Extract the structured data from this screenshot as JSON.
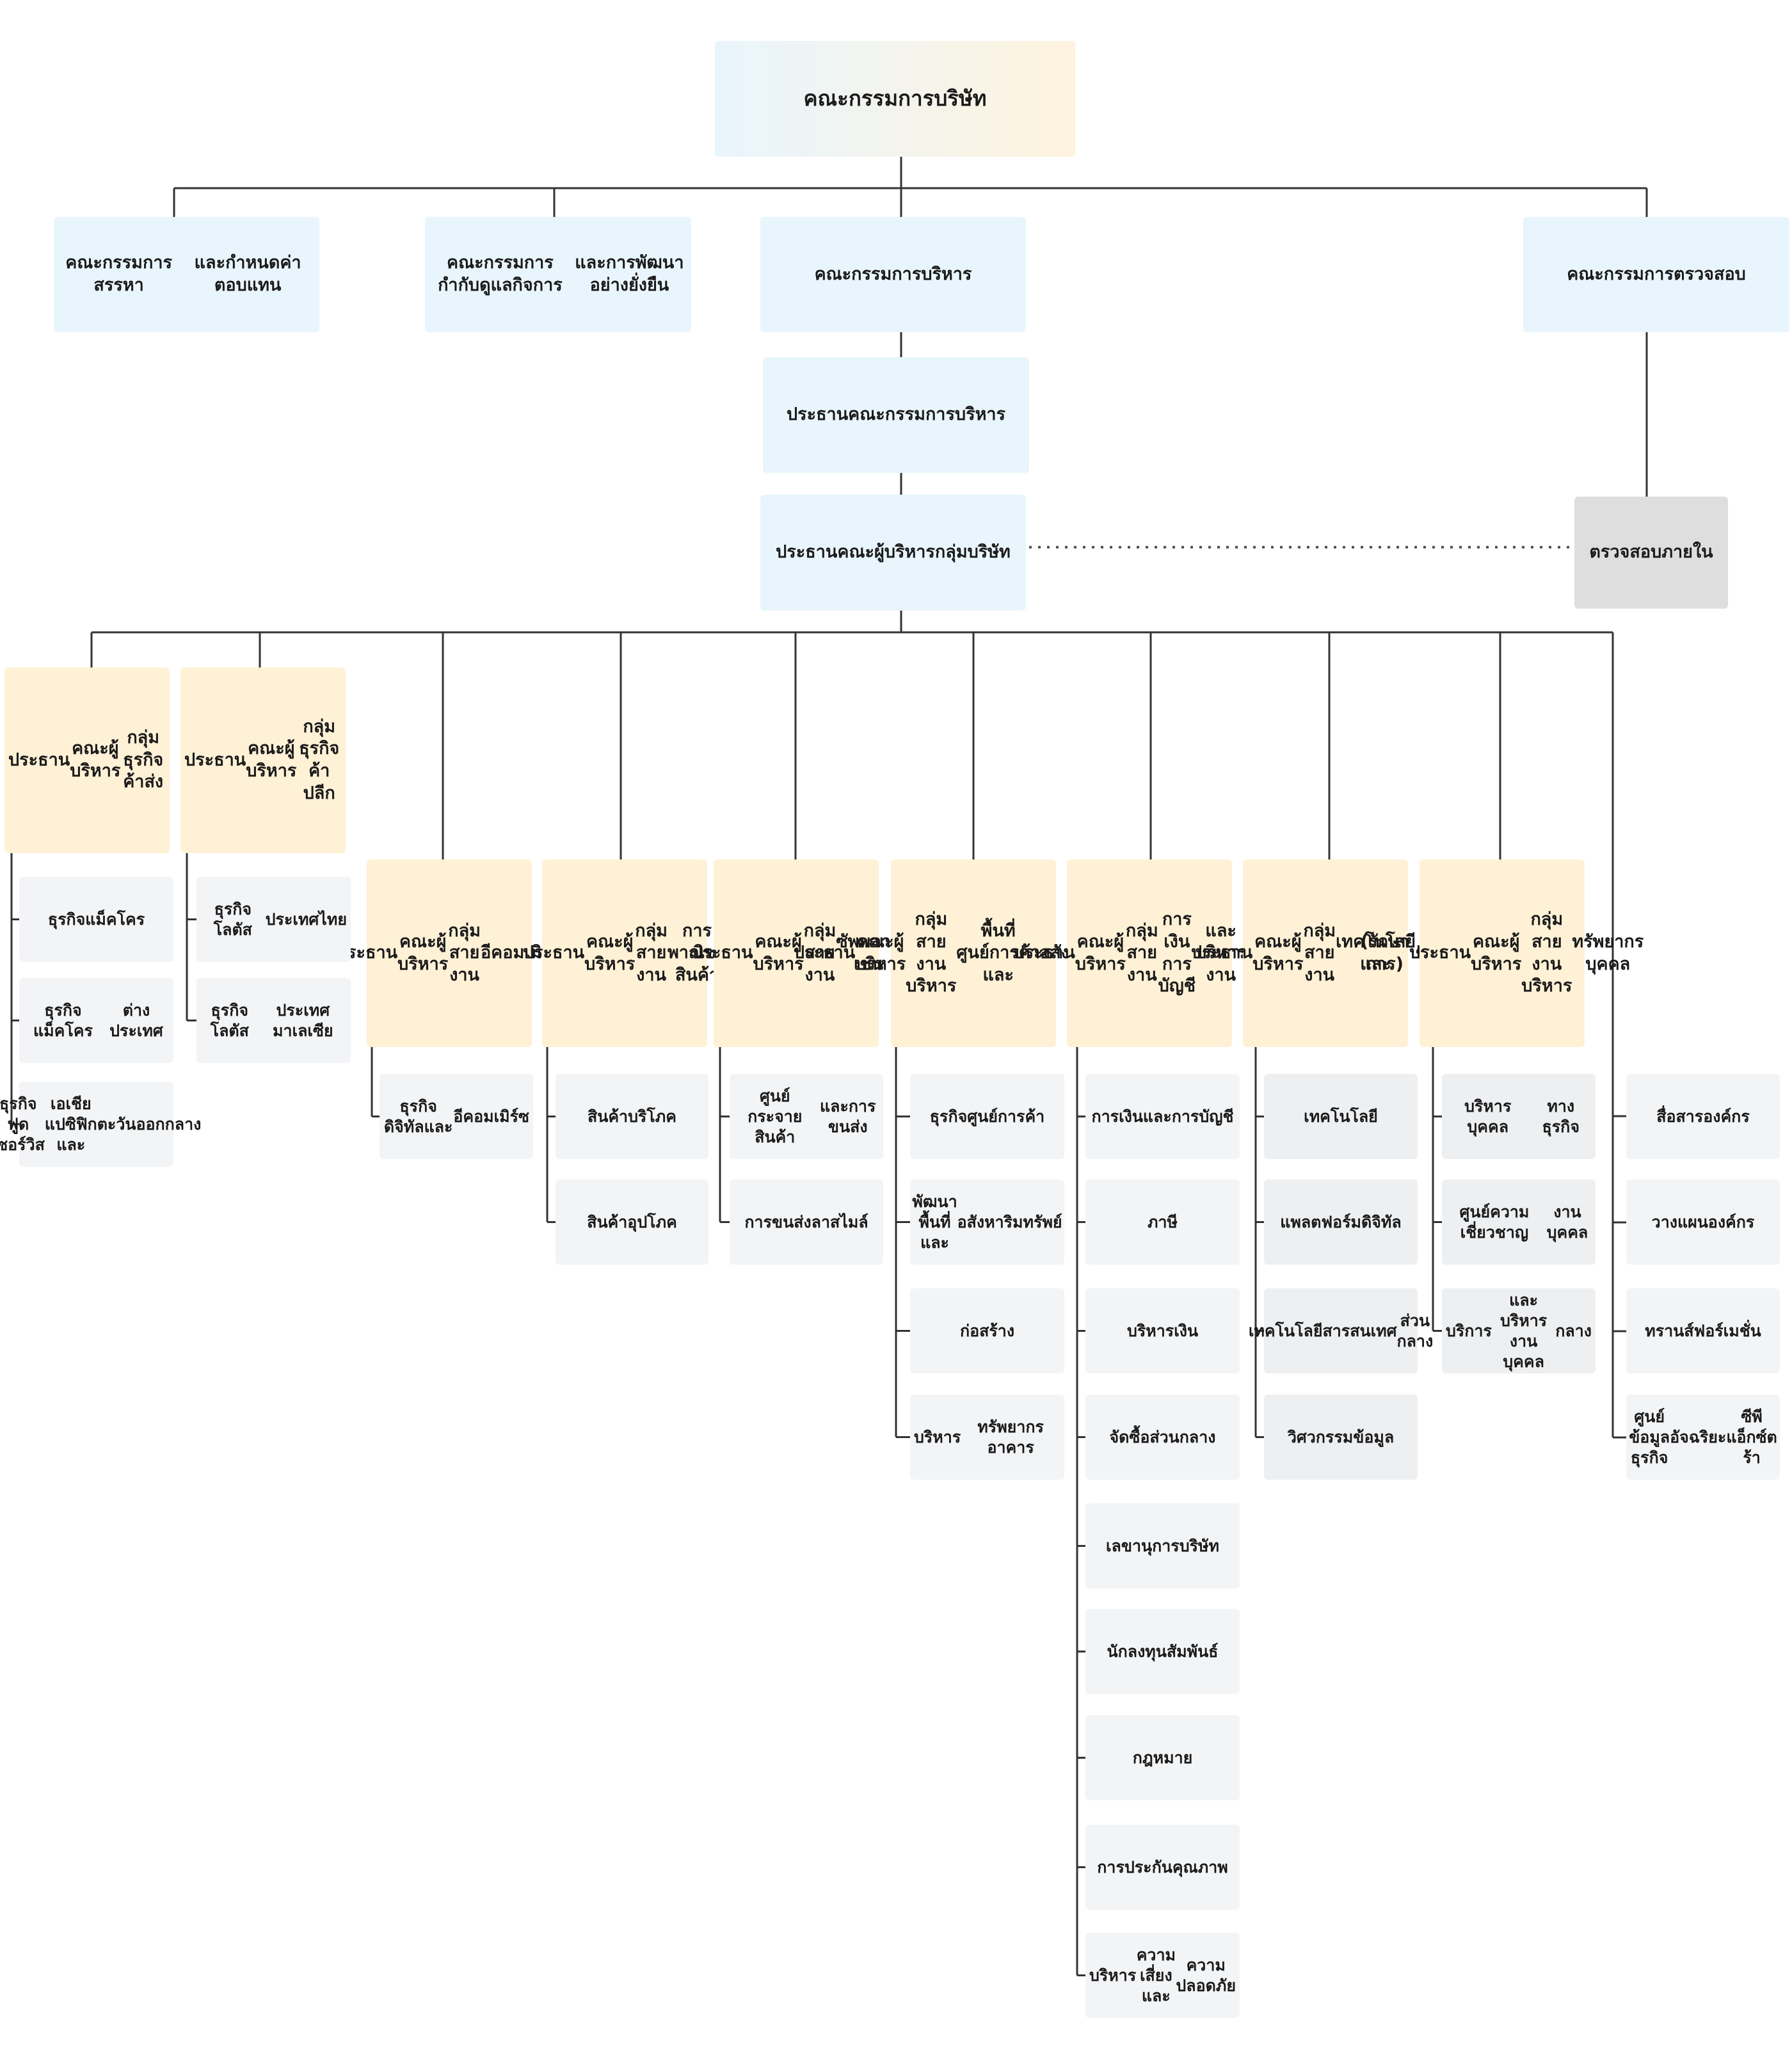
{
  "board": "คณะกรรมการบริษัท",
  "committees": {
    "nomination": "คณะกรรมการสรรหา\nและกำหนดค่าตอบแทน",
    "governance": "คณะกรรมการกำกับดูแลกิจการ\nและการพัฒนาอย่างยั่งยืน",
    "executive": "คณะกรรมการบริหาร",
    "audit": "คณะกรรมการตรวจสอบ"
  },
  "exec_chair": "ประธานคณะกรรมการบริหาร",
  "ceo": "ประธานคณะผู้บริหาร\nกลุ่มบริษัท",
  "internal_audit": "ตรวจสอบภายใน",
  "groups": [
    {
      "head": "ประธาน\nคณะผู้บริหาร\nกลุ่มธุรกิจค้าส่ง",
      "units": [
        "ธุรกิจแม็คโคร",
        "ธุรกิจแม็คโคร\nต่างประเทศ",
        "ธุรกิจฟูดเซอร์วิส\nเอเชียแปซิฟิกและ\nตะวันออกกลาง"
      ]
    },
    {
      "head": "ประธาน\nคณะผู้บริหาร\nกลุ่มธุรกิจค้าปลีก",
      "units": [
        "ธุรกิจโลตัส\nประเทศไทย",
        "ธุรกิจโลตัส\nประเทศมาเลเซีย"
      ]
    },
    {
      "head": "ประธาน\nคณะผู้บริหาร\nกลุ่มสายงาน\nอีคอมเมิร์ซ",
      "units": [
        "ธุรกิจดิจิทัลและ\nอีคอมเมิร์ซ"
      ]
    },
    {
      "head": "ประธาน\nคณะผู้บริหาร\nกลุ่มสายงาน\nการพาณิชย์สินค้า",
      "units": [
        "สินค้าบริโภค",
        "สินค้าอุปโภค"
      ]
    },
    {
      "head": "ประธาน\nคณะผู้บริหาร\nกลุ่มสายงาน\nซัพพลายเชน",
      "units": [
        "ศูนย์กระจายสินค้า\nและการขนส่ง",
        "การขนส่งลาสไมล์"
      ]
    },
    {
      "head": "ประธาน\nคณะผู้บริหาร\nกลุ่มสายงานบริหาร\nพื้นที่ศูนย์การค้าและ\nอสังหาริมทรัพย์",
      "units": [
        "ธุรกิจศูนย์การค้า",
        "พัฒนาพื้นที่และ\nอสังหาริมทรัพย์",
        "ก่อสร้าง",
        "บริหาร\nทรัพยากรอาคาร"
      ]
    },
    {
      "head": "ประธาน\nคณะผู้บริหาร\nกลุ่มสายงาน\nการเงิน การบัญชี\nและบริหารงาน\nกลาง",
      "units": [
        "การเงินและ\nการบัญชี",
        "ภาษี",
        "บริหารเงิน",
        "จัดซื้อส่วนกลาง",
        "เลขานุการบริษัท",
        "นักลงทุนสัมพันธ์",
        "กฎหมาย",
        "การประกันคุณภาพ",
        "บริหาร\nความเสี่ยงและ\nความปลอดภัย"
      ]
    },
    {
      "head": "ประธาน\nคณะผู้บริหาร\nกลุ่มสายงาน\nเทคโนโลยีและ\nข้อมูล",
      "units": [
        "เทคโนโลยี",
        "แพลตฟอร์มดิจิทัล",
        "เทคโนโลยี\nสารสนเทศ\nส่วนกลาง",
        "วิศวกรรมข้อมูล"
      ]
    },
    {
      "head": "(รักษาการ)\nประธาน\nคณะผู้บริหาร\nกลุ่มสายงานบริหาร\nทรัพยากรบุคคล",
      "units": [
        "บริหารบุคคล\nทางธุรกิจ",
        "ศูนย์ความเชี่ยวชาญ\nงานบุคคล",
        "บริการ\nและบริหารงานบุคคล\nกลาง"
      ]
    },
    {
      "head": "",
      "units": [
        "สื่อสารองค์กร",
        "วางแผนองค์กร",
        "ทรานส์ฟอร์เมชั่น",
        "ศูนย์ข้อมูลธุรกิจ\nอัจฉริยะ\nซีพี  แอ็กซ์ตร้า"
      ]
    }
  ]
}
